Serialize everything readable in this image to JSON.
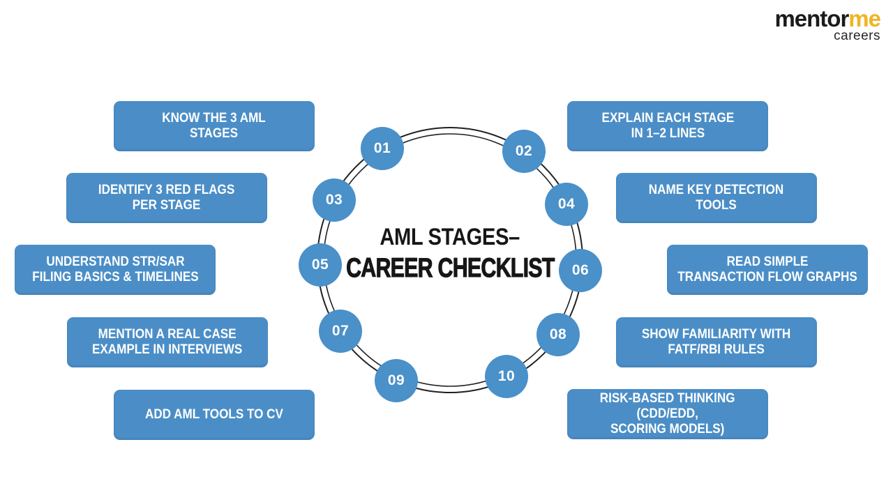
{
  "logo": {
    "brand_black": "mentor",
    "brand_yellow": "me",
    "tagline": "careers"
  },
  "title": {
    "line1": "AML STAGES–",
    "line2": "CAREER CHECKLIST"
  },
  "colors": {
    "box_blue": "#4b8ec7",
    "circle_blue": "#4a90c9",
    "title_black": "#161616",
    "ring_black": "#1f1f1f",
    "logo_black": "#1b1b1b",
    "logo_yellow": "#f0b424"
  },
  "steps": [
    {
      "number": "01"
    },
    {
      "number": "02"
    },
    {
      "number": "03"
    },
    {
      "number": "04"
    },
    {
      "number": "05"
    },
    {
      "number": "06"
    },
    {
      "number": "07"
    },
    {
      "number": "08"
    },
    {
      "number": "09"
    },
    {
      "number": "10"
    }
  ],
  "checklist_left": [
    {
      "text": "KNOW THE 3 AML\nSTAGES"
    },
    {
      "text": "IDENTIFY 3 RED FLAGS\nPER STAGE"
    },
    {
      "text": "UNDERSTAND STR/SAR\nFILING BASICS & TIMELINES"
    },
    {
      "text": "MENTION A REAL CASE\nEXAMPLE IN INTERVIEWS"
    },
    {
      "text": "ADD AML TOOLS TO CV"
    }
  ],
  "checklist_right": [
    {
      "text": "EXPLAIN EACH STAGE\nIN 1–2 LINES"
    },
    {
      "text": "NAME KEY DETECTION\nTOOLS"
    },
    {
      "text": "READ SIMPLE\nTRANSACTION FLOW GRAPHS"
    },
    {
      "text": "SHOW FAMILIARITY WITH\nFATF/RBI RULES"
    },
    {
      "text": "RISK-BASED THINKING\n(CDD/EDD,\nSCORING MODELS)"
    }
  ]
}
